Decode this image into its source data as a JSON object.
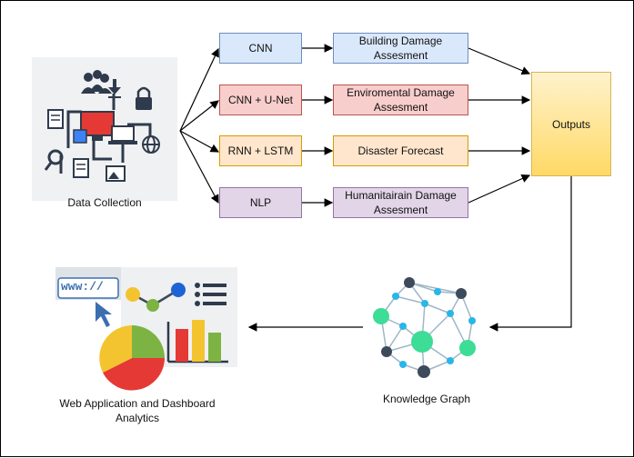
{
  "models": [
    {
      "label": "CNN",
      "color": "blue"
    },
    {
      "label": "CNN + U-Net",
      "color": "red"
    },
    {
      "label": "RNN + LSTM",
      "color": "orange"
    },
    {
      "label": "NLP",
      "color": "purple"
    }
  ],
  "assessments": [
    {
      "line1": "Building Damage",
      "line2": "Assesment"
    },
    {
      "line1": "Enviromental Damage",
      "line2": "Assesment"
    },
    {
      "line1": "Disaster Forecast",
      "line2": ""
    },
    {
      "line1": "Humanitairain Damage",
      "line2": "Assesment"
    }
  ],
  "outputs_label": "Outputs",
  "data_collection_label": "Data Collection",
  "knowledge_graph_label": "Knowledge Graph",
  "web_app_label_line1": "Web Application and Dashboard",
  "web_app_label_line2": "Analytics",
  "web_illustration_text": "www://",
  "colors": {
    "blue_fill": "#dae8fc",
    "red_fill": "#f8cecc",
    "orange_fill": "#ffe6cc",
    "purple_fill": "#e1d5e7",
    "outputs_fill": "#ffd966",
    "graph_teal": "#3ddc97",
    "graph_dark": "#3d4a5c"
  },
  "icons": [
    "people-icon",
    "download-icon",
    "lock-icon",
    "document-icon",
    "monitor-icon",
    "laptop-icon",
    "globe-icon",
    "search-icon",
    "photo-icon",
    "pie-chart-icon",
    "bar-chart-icon",
    "list-icon",
    "cursor-icon"
  ]
}
